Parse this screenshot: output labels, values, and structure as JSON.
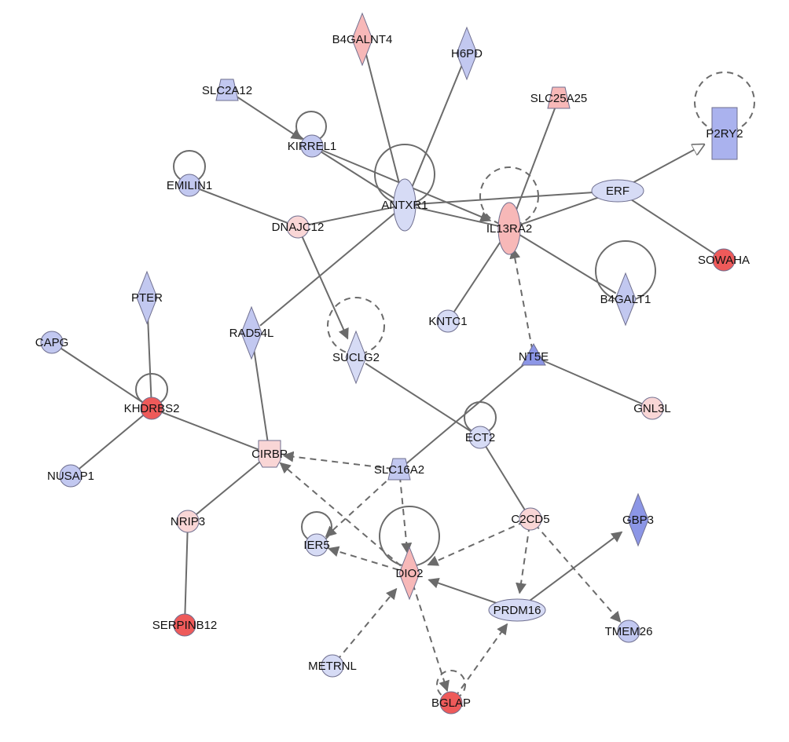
{
  "colors": {
    "pale_blue": "#d6dbf5",
    "light_blue": "#c2c8f0",
    "mid_blue": "#aab2ee",
    "strong_blue": "#8c96e6",
    "pale_red": "#f9d6d6",
    "light_red": "#f7b8b8",
    "red": "#ee5a5a",
    "edge": "#6b6b6b"
  },
  "nodes": [
    {
      "id": "B4GALNT4",
      "label": "B4GALNT4",
      "shape": "diamond",
      "color": "light_red"
    },
    {
      "id": "H6PD",
      "label": "H6PD",
      "shape": "diamond",
      "color": "light_blue"
    },
    {
      "id": "SLC2A12",
      "label": "SLC2A12",
      "shape": "trapezoid",
      "color": "light_blue"
    },
    {
      "id": "SLC25A25",
      "label": "SLC25A25",
      "shape": "trapezoid",
      "color": "light_red"
    },
    {
      "id": "P2RY2",
      "label": "P2RY2",
      "shape": "rect",
      "color": "mid_blue"
    },
    {
      "id": "KIRREL1",
      "label": "KIRREL1",
      "shape": "circle",
      "color": "light_blue"
    },
    {
      "id": "EMILIN1",
      "label": "EMILIN1",
      "shape": "circle",
      "color": "light_blue"
    },
    {
      "id": "ANTXR1",
      "label": "ANTXR1",
      "shape": "ellipse_v",
      "color": "pale_blue"
    },
    {
      "id": "ERF",
      "label": "ERF",
      "shape": "ellipse_h",
      "color": "pale_blue"
    },
    {
      "id": "DNAJC12",
      "label": "DNAJC12",
      "shape": "circle",
      "color": "pale_red"
    },
    {
      "id": "IL13RA2",
      "label": "IL13RA2",
      "shape": "ellipse_v",
      "color": "light_red"
    },
    {
      "id": "SOWAHA",
      "label": "SOWAHA",
      "shape": "circle",
      "color": "red"
    },
    {
      "id": "PTER",
      "label": "PTER",
      "shape": "diamond",
      "color": "light_blue"
    },
    {
      "id": "B4GALT1",
      "label": "B4GALT1",
      "shape": "diamond",
      "color": "light_blue"
    },
    {
      "id": "KNTC1",
      "label": "KNTC1",
      "shape": "circle",
      "color": "pale_blue"
    },
    {
      "id": "CAPG",
      "label": "CAPG",
      "shape": "circle",
      "color": "light_blue"
    },
    {
      "id": "RAD54L",
      "label": "RAD54L",
      "shape": "diamond",
      "color": "light_blue"
    },
    {
      "id": "SUCLG2",
      "label": "SUCLG2",
      "shape": "diamond",
      "color": "pale_blue"
    },
    {
      "id": "NT5E",
      "label": "NT5E",
      "shape": "triangle",
      "color": "strong_blue"
    },
    {
      "id": "KHDRBS2",
      "label": "KHDRBS2",
      "shape": "circle",
      "color": "red"
    },
    {
      "id": "GNL3L",
      "label": "GNL3L",
      "shape": "circle",
      "color": "pale_red"
    },
    {
      "id": "ECT2",
      "label": "ECT2",
      "shape": "circle",
      "color": "pale_blue"
    },
    {
      "id": "CIRBP",
      "label": "CIRBP",
      "shape": "trapezoid_tall",
      "color": "pale_red"
    },
    {
      "id": "SLC16A2",
      "label": "SLC16A2",
      "shape": "trapezoid",
      "color": "light_blue"
    },
    {
      "id": "NUSAP1",
      "label": "NUSAP1",
      "shape": "circle",
      "color": "light_blue"
    },
    {
      "id": "NRIP3",
      "label": "NRIP3",
      "shape": "circle",
      "color": "pale_red"
    },
    {
      "id": "C2CD5",
      "label": "C2CD5",
      "shape": "circle",
      "color": "pale_red"
    },
    {
      "id": "GBP3",
      "label": "GBP3",
      "shape": "diamond",
      "color": "strong_blue"
    },
    {
      "id": "IER5",
      "label": "IER5",
      "shape": "circle",
      "color": "pale_blue"
    },
    {
      "id": "DIO2",
      "label": "DIO2",
      "shape": "diamond",
      "color": "light_red"
    },
    {
      "id": "PRDM16",
      "label": "PRDM16",
      "shape": "ellipse_h",
      "color": "pale_blue"
    },
    {
      "id": "SERPINB12",
      "label": "SERPINB12",
      "shape": "circle",
      "color": "red"
    },
    {
      "id": "TMEM26",
      "label": "TMEM26",
      "shape": "circle",
      "color": "light_blue"
    },
    {
      "id": "METRNL",
      "label": "METRNL",
      "shape": "circle",
      "color": "pale_blue"
    },
    {
      "id": "BGLAP",
      "label": "BGLAP",
      "shape": "circle",
      "color": "red"
    }
  ],
  "edges": [
    {
      "from": "B4GALNT4",
      "to": "ANTXR1",
      "style": "solid",
      "arrow": false
    },
    {
      "from": "H6PD",
      "to": "ANTXR1",
      "style": "solid",
      "arrow": false
    },
    {
      "from": "SLC2A12",
      "to": "KIRREL1",
      "style": "solid",
      "arrow": true
    },
    {
      "from": "KIRREL1",
      "to": "ANTXR1",
      "style": "solid",
      "arrow": false
    },
    {
      "from": "KIRREL1",
      "to": "IL13RA2",
      "style": "solid",
      "arrow": true
    },
    {
      "from": "EMILIN1",
      "to": "DNAJC12",
      "style": "solid",
      "arrow": false
    },
    {
      "from": "DNAJC12",
      "to": "ANTXR1",
      "style": "solid",
      "arrow": false
    },
    {
      "from": "DNAJC12",
      "to": "SUCLG2",
      "style": "solid",
      "arrow": true
    },
    {
      "from": "ANTXR1",
      "to": "ERF",
      "style": "solid",
      "arrow": false
    },
    {
      "from": "ANTXR1",
      "to": "IL13RA2",
      "style": "solid",
      "arrow": false
    },
    {
      "from": "ANTXR1",
      "to": "RAD54L",
      "style": "solid",
      "arrow": false
    },
    {
      "from": "SLC25A25",
      "to": "IL13RA2",
      "style": "solid",
      "arrow": false
    },
    {
      "from": "ERF",
      "to": "P2RY2",
      "style": "solid",
      "arrow": true
    },
    {
      "from": "ERF",
      "to": "IL13RA2",
      "style": "solid",
      "arrow": false
    },
    {
      "from": "ERF",
      "to": "SOWAHA",
      "style": "solid",
      "arrow": false
    },
    {
      "from": "IL13RA2",
      "to": "B4GALT1",
      "style": "solid",
      "arrow": false
    },
    {
      "from": "IL13RA2",
      "to": "KNTC1",
      "style": "solid",
      "arrow": false
    },
    {
      "from": "NT5E",
      "to": "IL13RA2",
      "style": "dashed",
      "arrow": true
    },
    {
      "from": "NT5E",
      "to": "GNL3L",
      "style": "solid",
      "arrow": false
    },
    {
      "from": "NT5E",
      "to": "SLC16A2",
      "style": "solid",
      "arrow": false
    },
    {
      "from": "SUCLG2",
      "to": "ECT2",
      "style": "solid",
      "arrow": false
    },
    {
      "from": "PTER",
      "to": "KHDRBS2",
      "style": "solid",
      "arrow": false
    },
    {
      "from": "CAPG",
      "to": "KHDRBS2",
      "style": "solid",
      "arrow": false
    },
    {
      "from": "KHDRBS2",
      "to": "NUSAP1",
      "style": "solid",
      "arrow": false
    },
    {
      "from": "KHDRBS2",
      "to": "CIRBP",
      "style": "solid",
      "arrow": false
    },
    {
      "from": "RAD54L",
      "to": "CIRBP",
      "style": "solid",
      "arrow": false
    },
    {
      "from": "SLC16A2",
      "to": "CIRBP",
      "style": "dashed",
      "arrow": true
    },
    {
      "from": "SLC16A2",
      "to": "IER5",
      "style": "dashed",
      "arrow": true
    },
    {
      "from": "SLC16A2",
      "to": "DIO2",
      "style": "dashed",
      "arrow": true
    },
    {
      "from": "CIRBP",
      "to": "NRIP3",
      "style": "solid",
      "arrow": false
    },
    {
      "from": "NRIP3",
      "to": "SERPINB12",
      "style": "solid",
      "arrow": false
    },
    {
      "from": "DIO2",
      "to": "CIRBP",
      "style": "dashed",
      "arrow": true
    },
    {
      "from": "DIO2",
      "to": "IER5",
      "style": "dashed",
      "arrow": true
    },
    {
      "from": "ECT2",
      "to": "C2CD5",
      "style": "solid",
      "arrow": false
    },
    {
      "from": "C2CD5",
      "to": "DIO2",
      "style": "dashed",
      "arrow": true
    },
    {
      "from": "C2CD5",
      "to": "PRDM16",
      "style": "dashed",
      "arrow": true
    },
    {
      "from": "C2CD5",
      "to": "TMEM26",
      "style": "dashed",
      "arrow": true
    },
    {
      "from": "PRDM16",
      "to": "DIO2",
      "style": "solid",
      "arrow": true
    },
    {
      "from": "PRDM16",
      "to": "GBP3",
      "style": "solid",
      "arrow": true
    },
    {
      "from": "METRNL",
      "to": "DIO2",
      "style": "dashed",
      "arrow": true
    },
    {
      "from": "DIO2",
      "to": "BGLAP",
      "style": "dashed",
      "arrow": true
    },
    {
      "from": "BGLAP",
      "to": "PRDM16",
      "style": "dashed",
      "arrow": true
    }
  ],
  "self_loops": [
    {
      "node": "KIRREL1",
      "style": "solid"
    },
    {
      "node": "EMILIN1",
      "style": "solid"
    },
    {
      "node": "ANTXR1",
      "style": "solid"
    },
    {
      "node": "IL13RA2",
      "style": "dashed"
    },
    {
      "node": "P2RY2",
      "style": "dashed"
    },
    {
      "node": "B4GALT1",
      "style": "solid"
    },
    {
      "node": "SUCLG2",
      "style": "dashed"
    },
    {
      "node": "KHDRBS2",
      "style": "solid"
    },
    {
      "node": "ECT2",
      "style": "solid"
    },
    {
      "node": "IER5",
      "style": "solid"
    },
    {
      "node": "DIO2",
      "style": "solid"
    },
    {
      "node": "BGLAP",
      "style": "dashed"
    }
  ]
}
